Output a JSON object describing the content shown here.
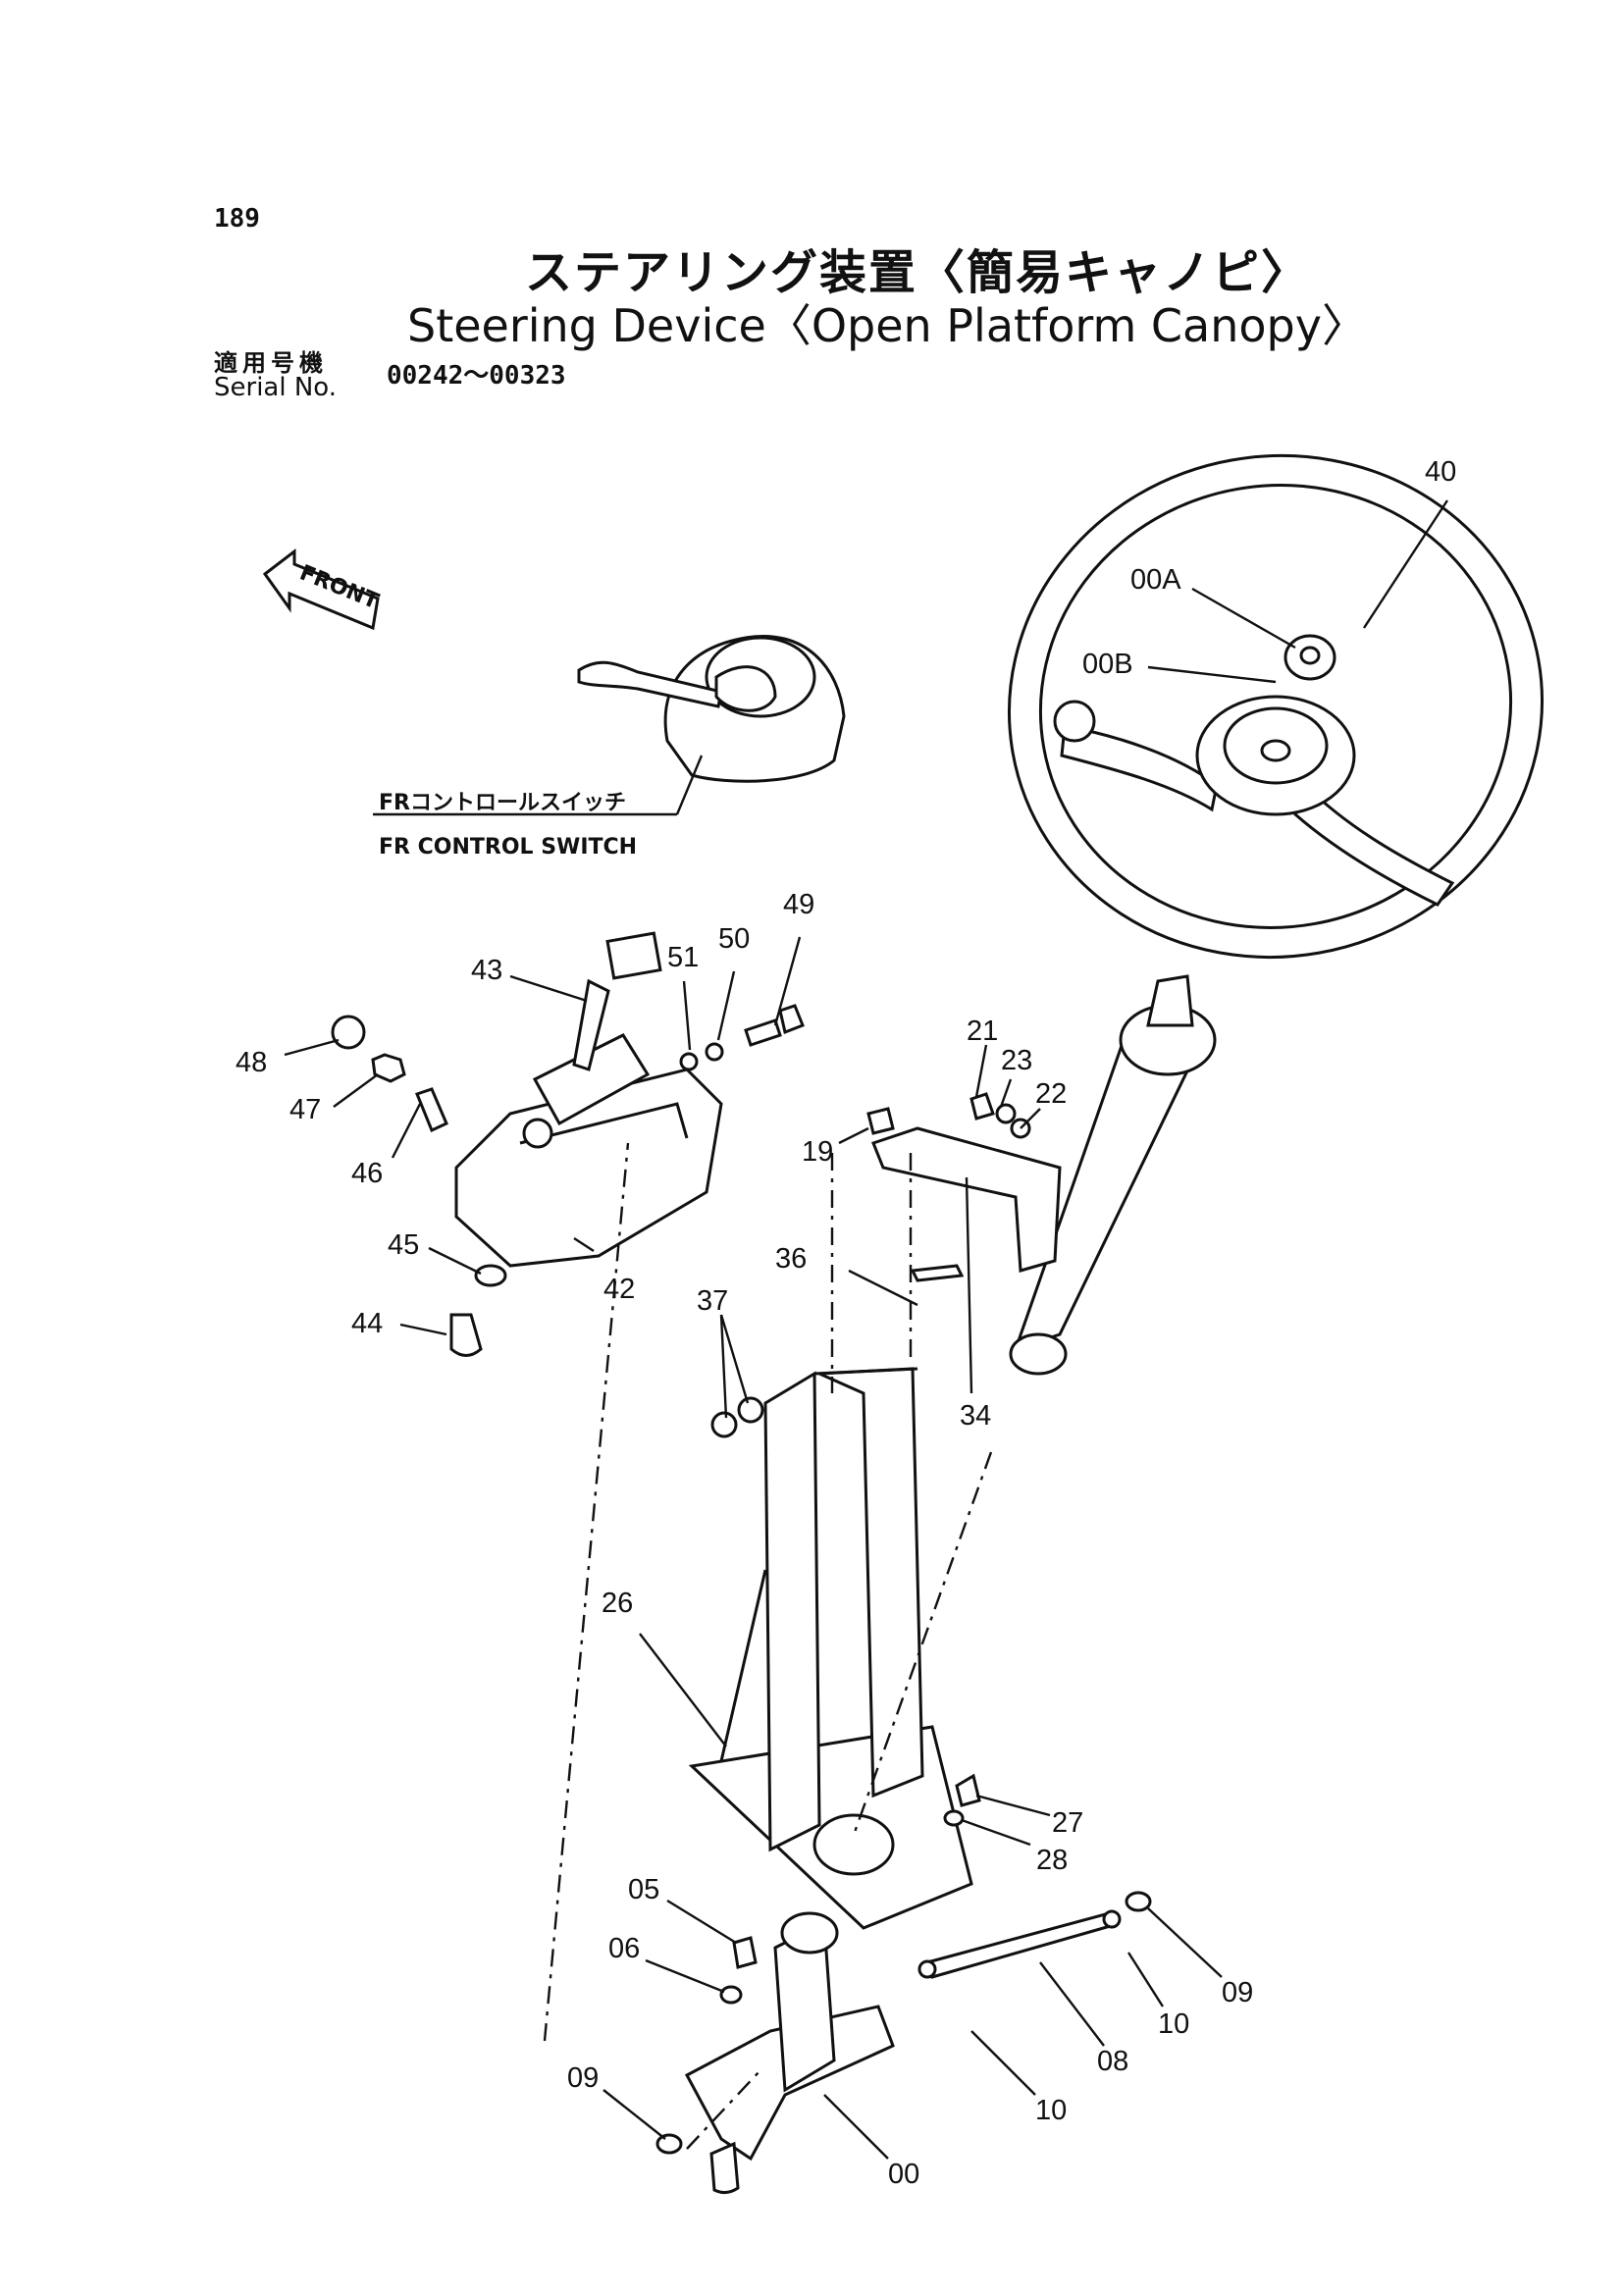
{
  "page_number": "189",
  "title_jp": "ステアリング装置〈簡易キャノピ〉",
  "title_en": "Steering Device〈Open Platform Canopy〉",
  "serial": {
    "label_jp": "適用号機",
    "label_en": "Serial No.",
    "range": "00242～00323"
  },
  "diagram": {
    "front_label": "FRONT",
    "fr_switch_jp": "FRコントロールスイッチ",
    "fr_switch_en": "FR CONTROL SWITCH",
    "parts": [
      "40",
      "00A",
      "00B",
      "49",
      "50",
      "51",
      "43",
      "48",
      "47",
      "46",
      "45",
      "42",
      "44",
      "21",
      "23",
      "22",
      "19",
      "36",
      "37",
      "34",
      "26",
      "27",
      "28",
      "05",
      "06",
      "09",
      "09",
      "10",
      "10",
      "08",
      "00"
    ]
  }
}
